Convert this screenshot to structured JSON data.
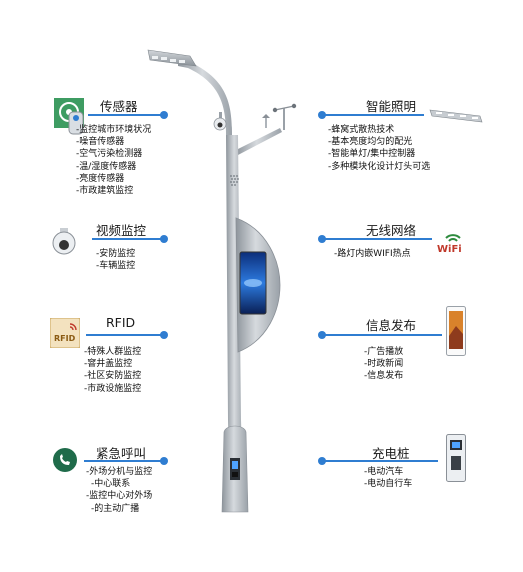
{
  "sections": {
    "sensor": {
      "title": "传感器",
      "items": [
        "监控城市环境状况",
        "噪音传感器",
        "空气污染检测器",
        "温/湿度传感器",
        "亮度传感器",
        "市政建筑监控"
      ]
    },
    "video": {
      "title": "视频监控",
      "items": [
        "安防监控",
        "车辆监控"
      ]
    },
    "rfid": {
      "title": "RFID",
      "items": [
        "特殊人群监控",
        "窨井盖监控",
        "社区安防监控",
        "市政设施监控"
      ]
    },
    "emergency": {
      "title": "紧急呼叫",
      "items": [
        "外场分机与监控",
        "中心联系",
        "监控中心对外场",
        "的主动广播"
      ]
    },
    "lighting": {
      "title": "智能照明",
      "items": [
        "蜂窝式散热技术",
        "基本亮度均匀的配光",
        "智能单灯/集中控制器",
        "多种模块化设计灯头可选"
      ]
    },
    "wireless": {
      "title": "无线网络",
      "items": [
        "路灯内嵌WIFI热点"
      ]
    },
    "info": {
      "title": "信息发布",
      "items": [
        "广告播放",
        "时政新闻",
        "信息发布"
      ]
    },
    "charging": {
      "title": "充电桩",
      "items": [
        "电动汽车",
        "电动自行车"
      ]
    }
  },
  "icon_labels": {
    "rfid": "RFID",
    "wifi": "WiFi"
  },
  "colors": {
    "accent": "#2f7dd1",
    "pole": "#b9bec4"
  }
}
